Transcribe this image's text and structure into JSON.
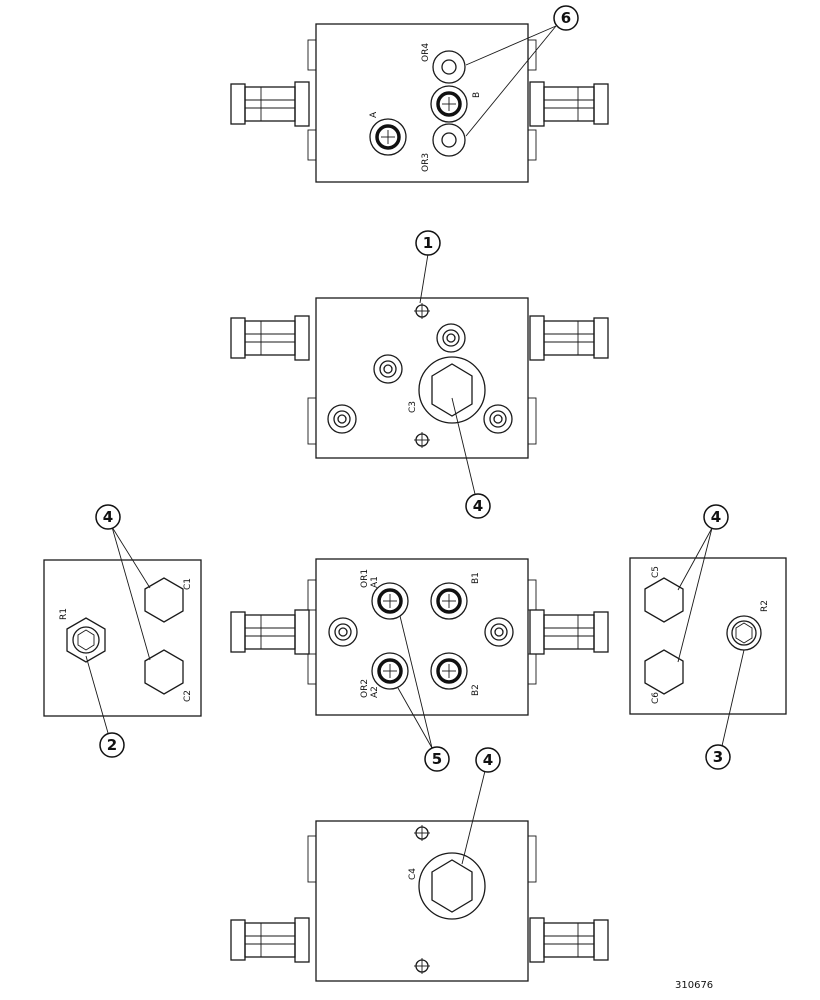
{
  "figure_number": "310676",
  "views": {
    "top": {
      "ports": [
        "OR4",
        "B",
        "A",
        "OR3"
      ],
      "callouts": [
        "6"
      ]
    },
    "upper": {
      "ports": [
        "C3"
      ],
      "callouts": [
        "1",
        "4"
      ]
    },
    "left_cover": {
      "ports": [
        "R1",
        "C1",
        "C2"
      ],
      "callouts": [
        "4",
        "2"
      ]
    },
    "middle": {
      "ports": [
        "OR1",
        "A1",
        "B1",
        "OR2",
        "A2",
        "B2"
      ],
      "callouts": [
        "5"
      ]
    },
    "right_cover": {
      "ports": [
        "C5",
        "R2",
        "C6"
      ],
      "callouts": [
        "4",
        "3"
      ]
    },
    "bottom": {
      "ports": [
        "C4"
      ],
      "callouts": [
        "4"
      ]
    }
  }
}
